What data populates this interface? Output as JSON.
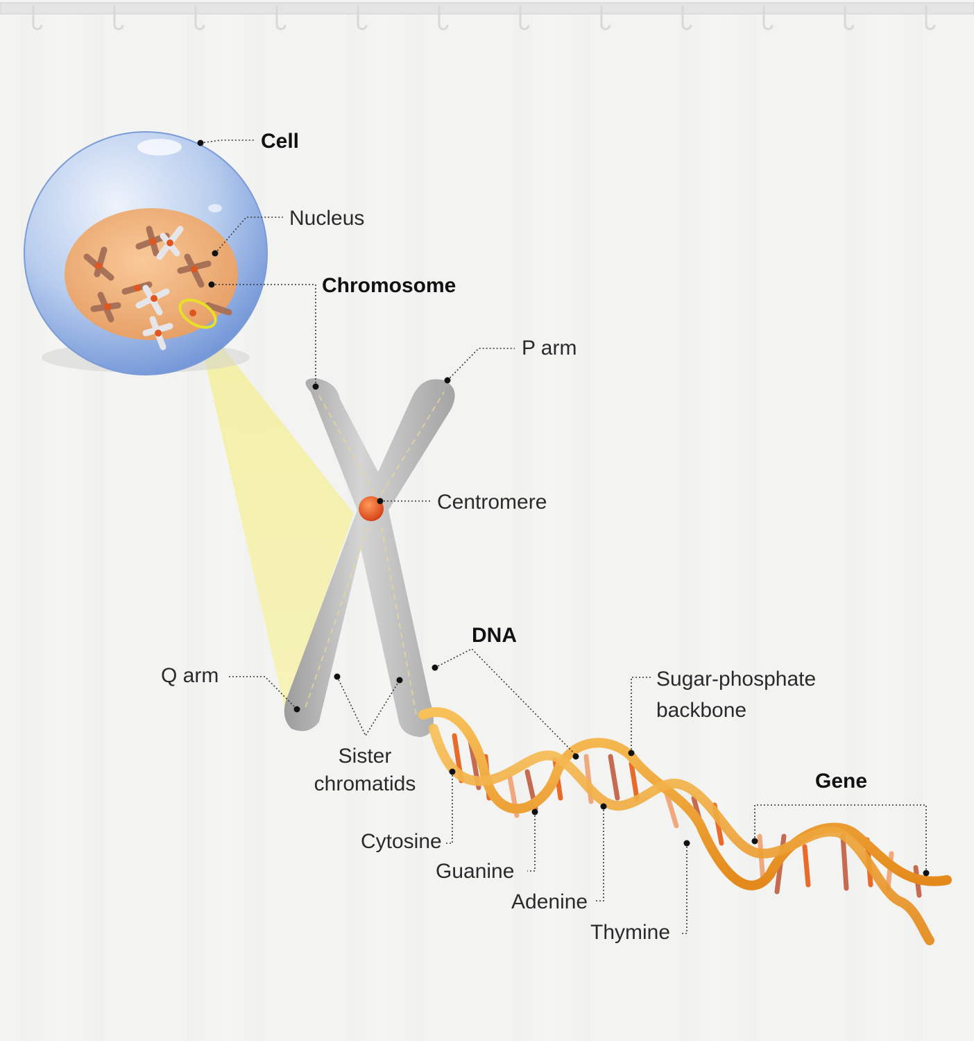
{
  "labels": {
    "cell": "Cell",
    "nucleus": "Nucleus",
    "chromosome": "Chromosome",
    "p_arm": "P arm",
    "centromere": "Centromere",
    "dna": "DNA",
    "q_arm": "Q arm",
    "sugar_phosphate_line1": "Sugar-phosphate",
    "sugar_phosphate_line2": "backbone",
    "sister_line1": "Sister",
    "sister_line2": "chromatids",
    "gene": "Gene",
    "cytosine": "Cytosine",
    "guanine": "Guanine",
    "adenine": "Adenine",
    "thymine": "Thymine"
  },
  "colors": {
    "background": "#f3f3f2",
    "cell": "#8fb3e6",
    "nucleus": "#f2b27a",
    "chromosome": "#bdbdbd",
    "centromere": "#e0561f",
    "dna_backbone": "#f3a328",
    "highlight_cone": "#f4f0a6"
  }
}
